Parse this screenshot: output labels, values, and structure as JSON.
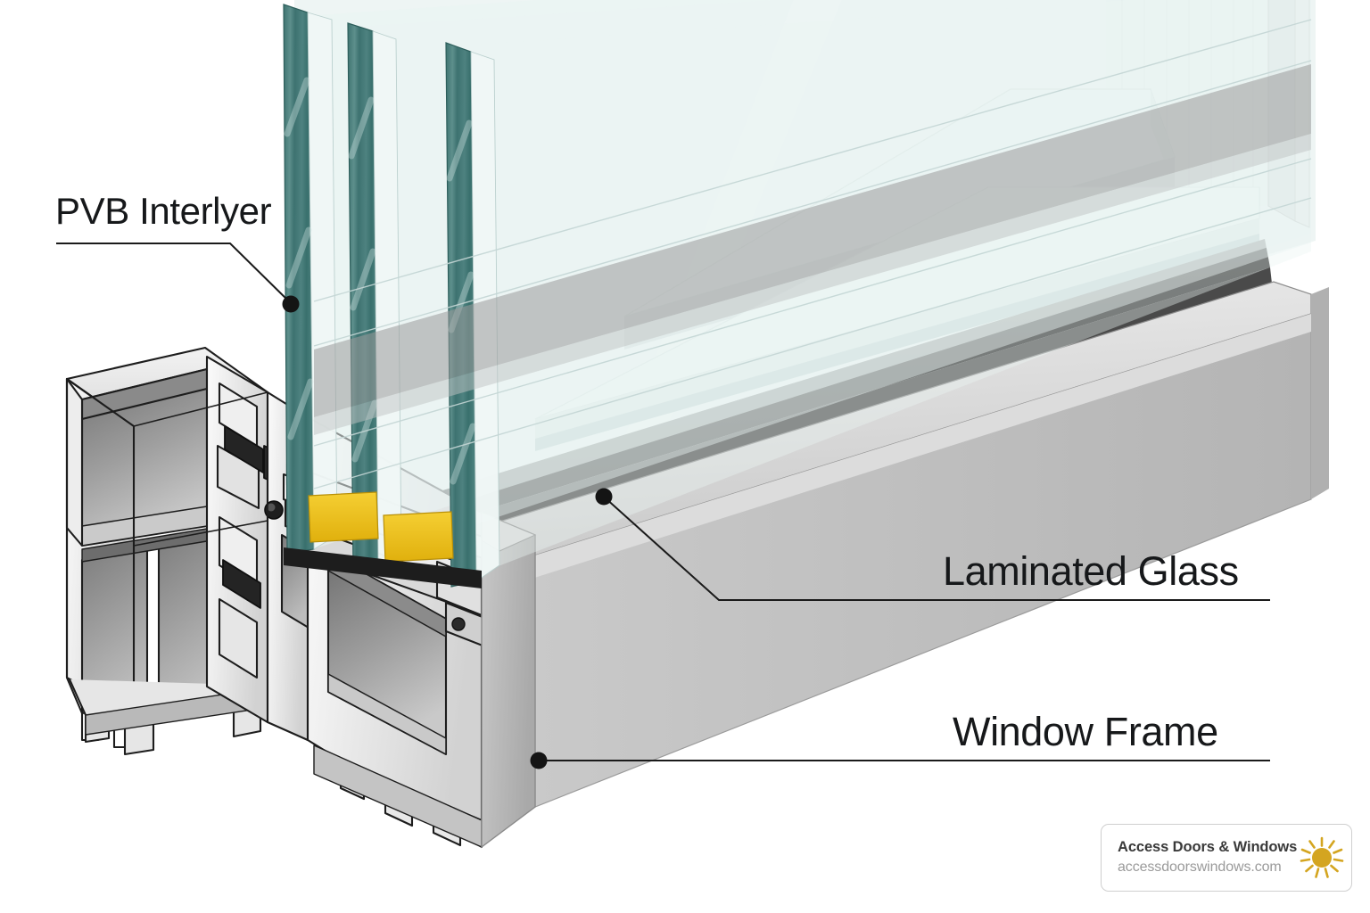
{
  "diagram": {
    "type": "technical-cutaway-illustration",
    "subject": "Laminated glass window frame cross-section",
    "background_color": "#ffffff",
    "callouts": [
      {
        "id": "pvb",
        "label": "PVB Interlyer",
        "text_color": "#16181a",
        "leader_style": "underline-then-diagonal-to-dot",
        "anchor_point": "glass-interlayer-edge"
      },
      {
        "id": "laminated",
        "label": "Laminated Glass",
        "text_color": "#16181a",
        "leader_style": "underline-then-diagonal-to-dot",
        "anchor_point": "glazing-unit-bottom-edge"
      },
      {
        "id": "frame",
        "label": "Window Frame",
        "text_color": "#16181a",
        "leader_style": "underline-then-horizontal-to-dot",
        "anchor_point": "frame-outer-face"
      }
    ],
    "materials": {
      "glass_edge": "#4a7d7a",
      "glass_face": "#e8f1f0",
      "glass_face_light": "#f2f8f7",
      "spacer_yellow": "#f0c419",
      "gasket_black": "#2b2b2b",
      "frame_light": "#e3e3e3",
      "frame_mid": "#bdbdbd",
      "frame_dark": "#8f8f8f",
      "outline": "#1a1a1a"
    }
  },
  "brand": {
    "name": "Access Doors & Windows",
    "url": "accessdoorswindows.com",
    "name_color": "#3a3a3a",
    "url_color": "#9a9a9a",
    "sun_color": "#d4a520",
    "border_color": "#cfcfcf",
    "icon": "sun-icon"
  }
}
